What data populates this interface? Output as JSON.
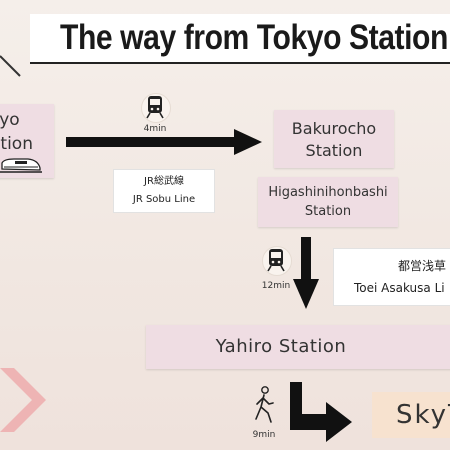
{
  "title": "The way from Tokyo Station",
  "stations": {
    "tokyo": [
      "kyo",
      "ation"
    ],
    "bakurocho": [
      "Bakurocho",
      "Station"
    ],
    "higashinihonbashi": [
      "Higashinihonbashi",
      "Station"
    ],
    "yahiro": "Yahiro Station",
    "skytree": "SkyT"
  },
  "lines": {
    "jr_sobu": [
      "JR総武線",
      "JR Sobu Line"
    ],
    "toei_asakusa": [
      "都営浅草",
      "Toei Asakusa Li"
    ]
  },
  "durations": {
    "train1": "4min",
    "train2": "12min",
    "walk": "9min"
  },
  "icons": [
    "train-icon",
    "walking-person-icon",
    "right-arrow",
    "down-arrow",
    "turn-right-arrow",
    "bullet-train-icon"
  ],
  "colors": {
    "station_box": "#efdde3",
    "skytree_box": "#f7e2cf",
    "arrow": "#111111",
    "chevron": "#eeb4b4"
  }
}
